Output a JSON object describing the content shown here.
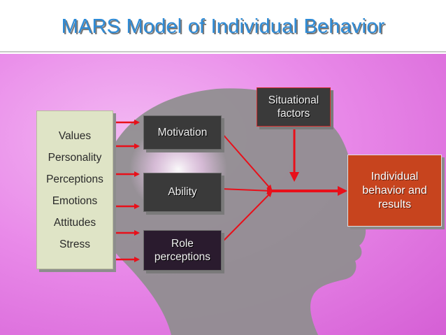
{
  "title": "MARS Model of Individual Behavior",
  "traits": [
    "Values",
    "Personality",
    "Perceptions",
    "Emotions",
    "Attitudes",
    "Stress"
  ],
  "drivers": {
    "motivation": "Motivation",
    "ability": "Ability",
    "role_line1": "Role",
    "role_line2": "perceptions"
  },
  "situational": {
    "line1": "Situational",
    "line2": "factors"
  },
  "result": {
    "line1": "Individual",
    "line2": "behavior and",
    "line3": "results"
  },
  "colors": {
    "title": "#2f8bd6",
    "background": "#e98ae9",
    "arrow": "#e8101a",
    "result_box": "#c7441e",
    "trait_box": "#dfe4c6",
    "driver_box": "#3a3a3a"
  }
}
